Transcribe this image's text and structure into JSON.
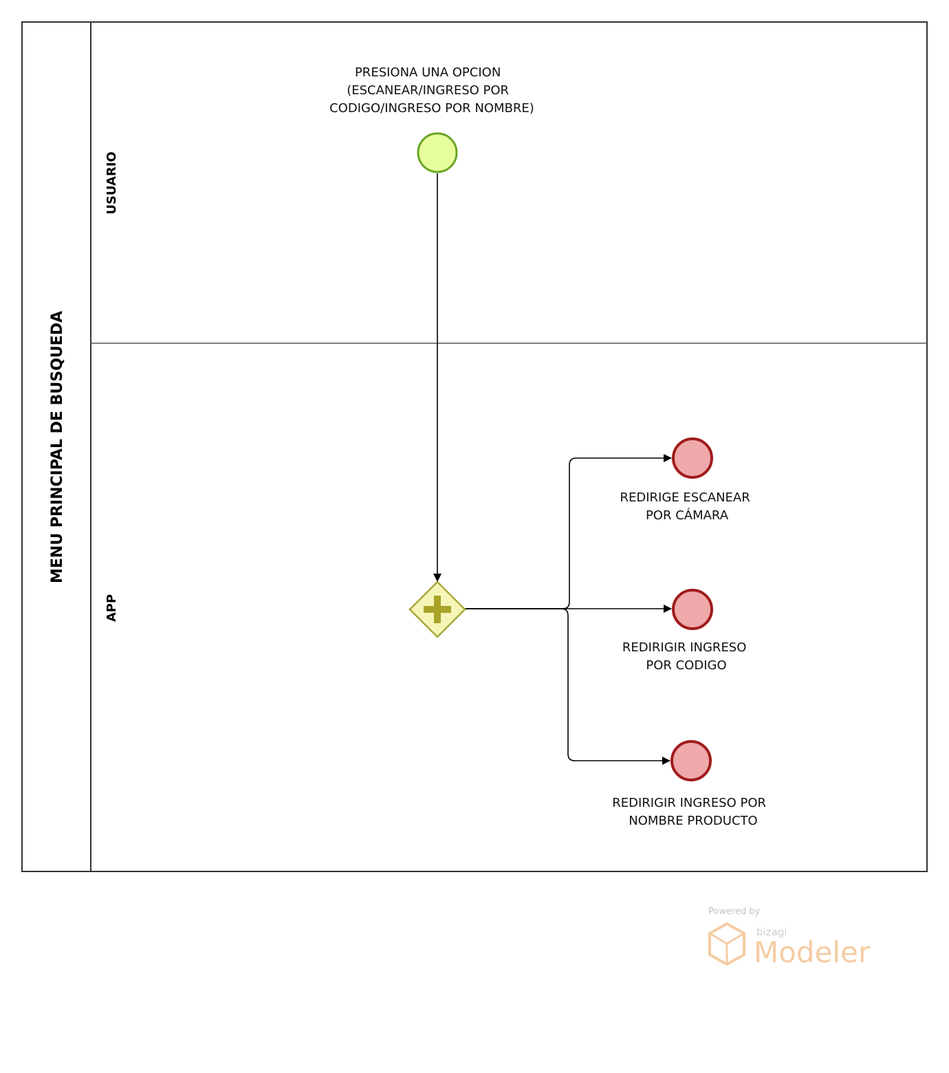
{
  "pool": {
    "label": "MENU PRINCIPAL DE BUSQUEDA"
  },
  "lanes": [
    {
      "label": "USUARIO"
    },
    {
      "label": "APP"
    }
  ],
  "start_event": {
    "label_lines": [
      "PRESIONA UNA OPCION",
      "(ESCANEAR/INGRESO POR",
      "CODIGO/INGRESO POR NOMBRE)"
    ],
    "color": "#e6ff9c"
  },
  "gateway": {
    "type": "parallel",
    "color": "#f5f5b8"
  },
  "end_events": [
    {
      "label_lines": [
        "REDIRIGE ESCANEAR",
        "POR CÁMARA"
      ]
    },
    {
      "label_lines": [
        "REDIRIGIR INGRESO",
        "POR CODIGO"
      ]
    },
    {
      "label_lines": [
        "REDIRIGIR INGRESO POR",
        "NOMBRE PRODUCTO"
      ]
    }
  ],
  "end_color": "#efa9ab",
  "watermark": {
    "powered": "Powered by",
    "brand": "bizagi",
    "product": "Modeler"
  }
}
